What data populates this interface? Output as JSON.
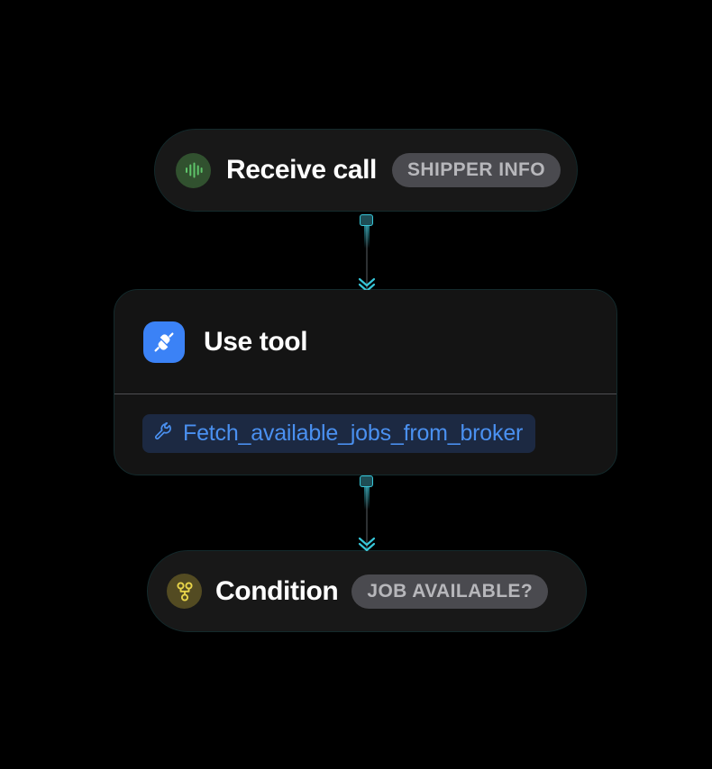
{
  "canvas": {
    "background": "#000000",
    "accent_selection": "#37c6d8"
  },
  "flow": {
    "nodes": [
      {
        "id": "receive-call",
        "type": "trigger",
        "title": "Receive call",
        "badge": "SHIPPER INFO",
        "icon": "voice-waveform-icon",
        "icon_color": "#5ec46a",
        "icon_background": "#31512f"
      },
      {
        "id": "use-tool",
        "type": "action",
        "title": "Use tool",
        "icon": "plug-connect-icon",
        "icon_color": "#ffffff",
        "icon_background": "#3b82f6",
        "tool": {
          "name": "Fetch_available_jobs_from_broker",
          "icon": "wrench-icon",
          "color": "#4a90f0",
          "background": "#1c2942"
        }
      },
      {
        "id": "condition",
        "type": "branch",
        "title": "Condition",
        "badge": "JOB AVAILABLE?",
        "icon": "branch-fork-icon",
        "icon_color": "#e8d44a",
        "icon_background": "#534b22"
      }
    ],
    "connectors": [
      {
        "id": "connector-1",
        "from": "receive-call",
        "to": "use-tool",
        "arrow": "double-chevron-down"
      },
      {
        "id": "connector-2",
        "from": "use-tool",
        "to": "condition",
        "arrow": "double-chevron-down"
      }
    ]
  }
}
